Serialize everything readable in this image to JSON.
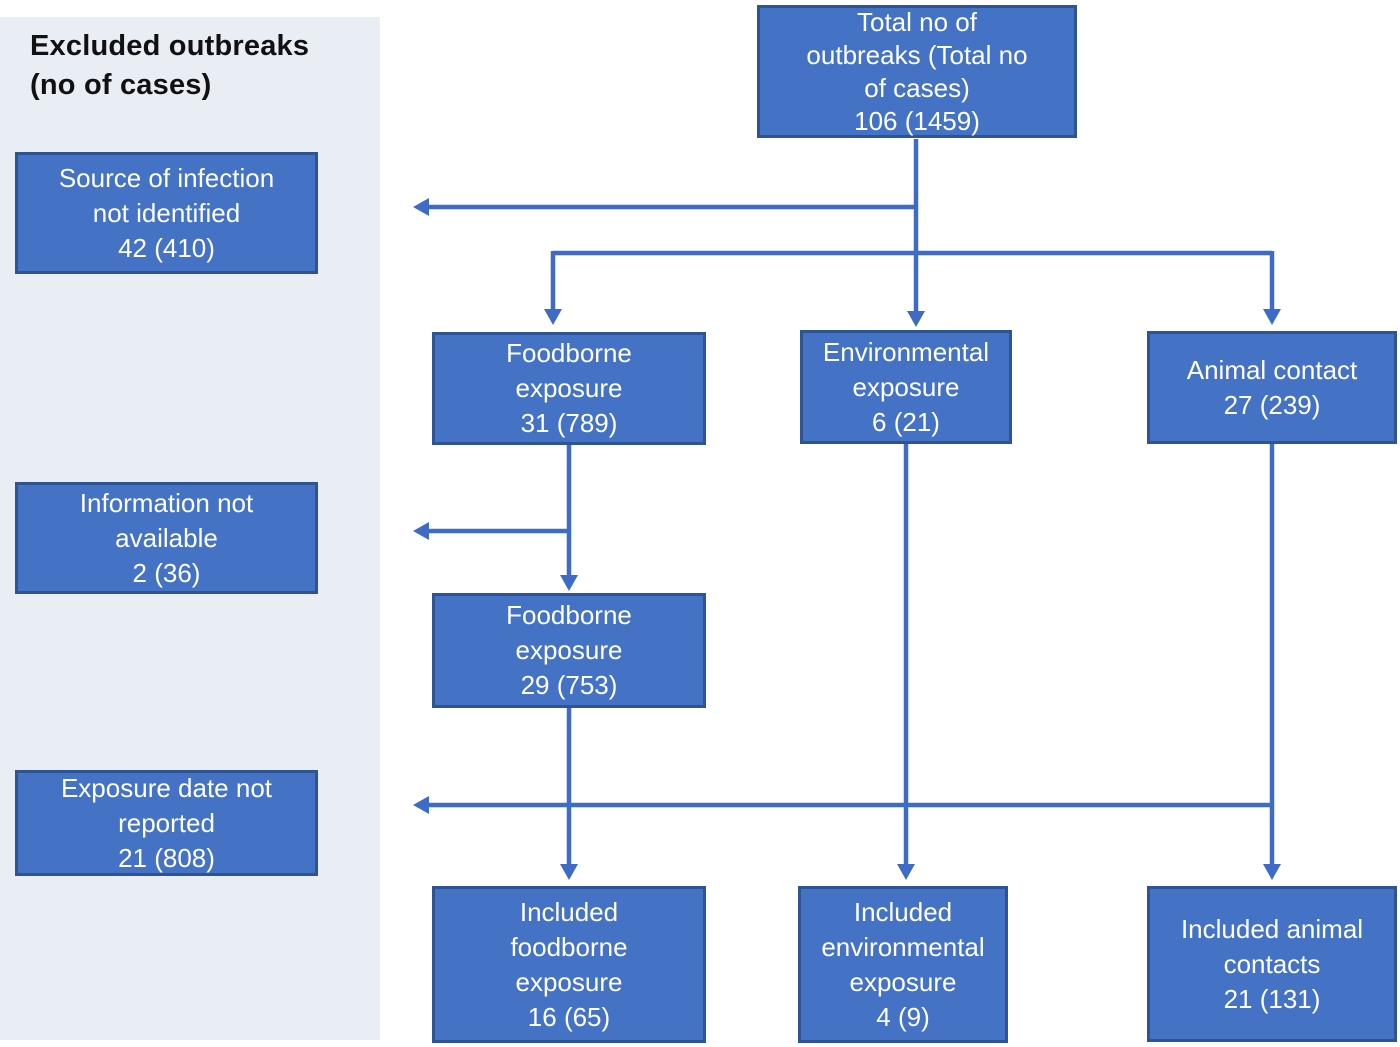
{
  "palette": {
    "box_fill": "#4472C4",
    "box_border": "#2E5494",
    "arrow": "#3E6BC5",
    "panel_bg": "#E9EDF4",
    "box_text": "#FEFEFE",
    "heading_text": "#111111"
  },
  "panel": {
    "heading_lines": [
      "Excluded outbreaks",
      "(no of cases)"
    ]
  },
  "boxes": {
    "total": {
      "lines": [
        "Total no of",
        "outbreaks (Total no",
        "of cases)",
        "106 (1459)"
      ],
      "outbreaks": 106,
      "cases": 1459
    },
    "source_not_identified": {
      "lines": [
        "Source of infection",
        "not identified",
        "42 (410)"
      ],
      "outbreaks": 42,
      "cases": 410
    },
    "foodborne_exposure": {
      "lines": [
        "Foodborne",
        "exposure",
        "31 (789)"
      ],
      "outbreaks": 31,
      "cases": 789
    },
    "environmental_exposure": {
      "lines": [
        "Environmental",
        "exposure",
        "6 (21)"
      ],
      "outbreaks": 6,
      "cases": 21
    },
    "animal_contact": {
      "lines": [
        "Animal contact",
        "27 (239)"
      ],
      "outbreaks": 27,
      "cases": 239
    },
    "information_not_available": {
      "lines": [
        "Information not",
        "available",
        "2 (36)"
      ],
      "outbreaks": 2,
      "cases": 36
    },
    "foodborne_exposure_2": {
      "lines": [
        "Foodborne",
        "exposure",
        "29 (753)"
      ],
      "outbreaks": 29,
      "cases": 753
    },
    "exposure_date_not_reported": {
      "lines": [
        "Exposure date not",
        "reported",
        "21 (808)"
      ],
      "outbreaks": 21,
      "cases": 808
    },
    "included_foodborne": {
      "lines": [
        "Included",
        "foodborne",
        "exposure",
        "16 (65)"
      ],
      "outbreaks": 16,
      "cases": 65
    },
    "included_environmental": {
      "lines": [
        "Included",
        "environmental",
        "exposure",
        "4 (9)"
      ],
      "outbreaks": 4,
      "cases": 9
    },
    "included_animal": {
      "lines": [
        "Included animal",
        "contacts",
        "21 (131)"
      ],
      "outbreaks": 21,
      "cases": 131
    }
  }
}
